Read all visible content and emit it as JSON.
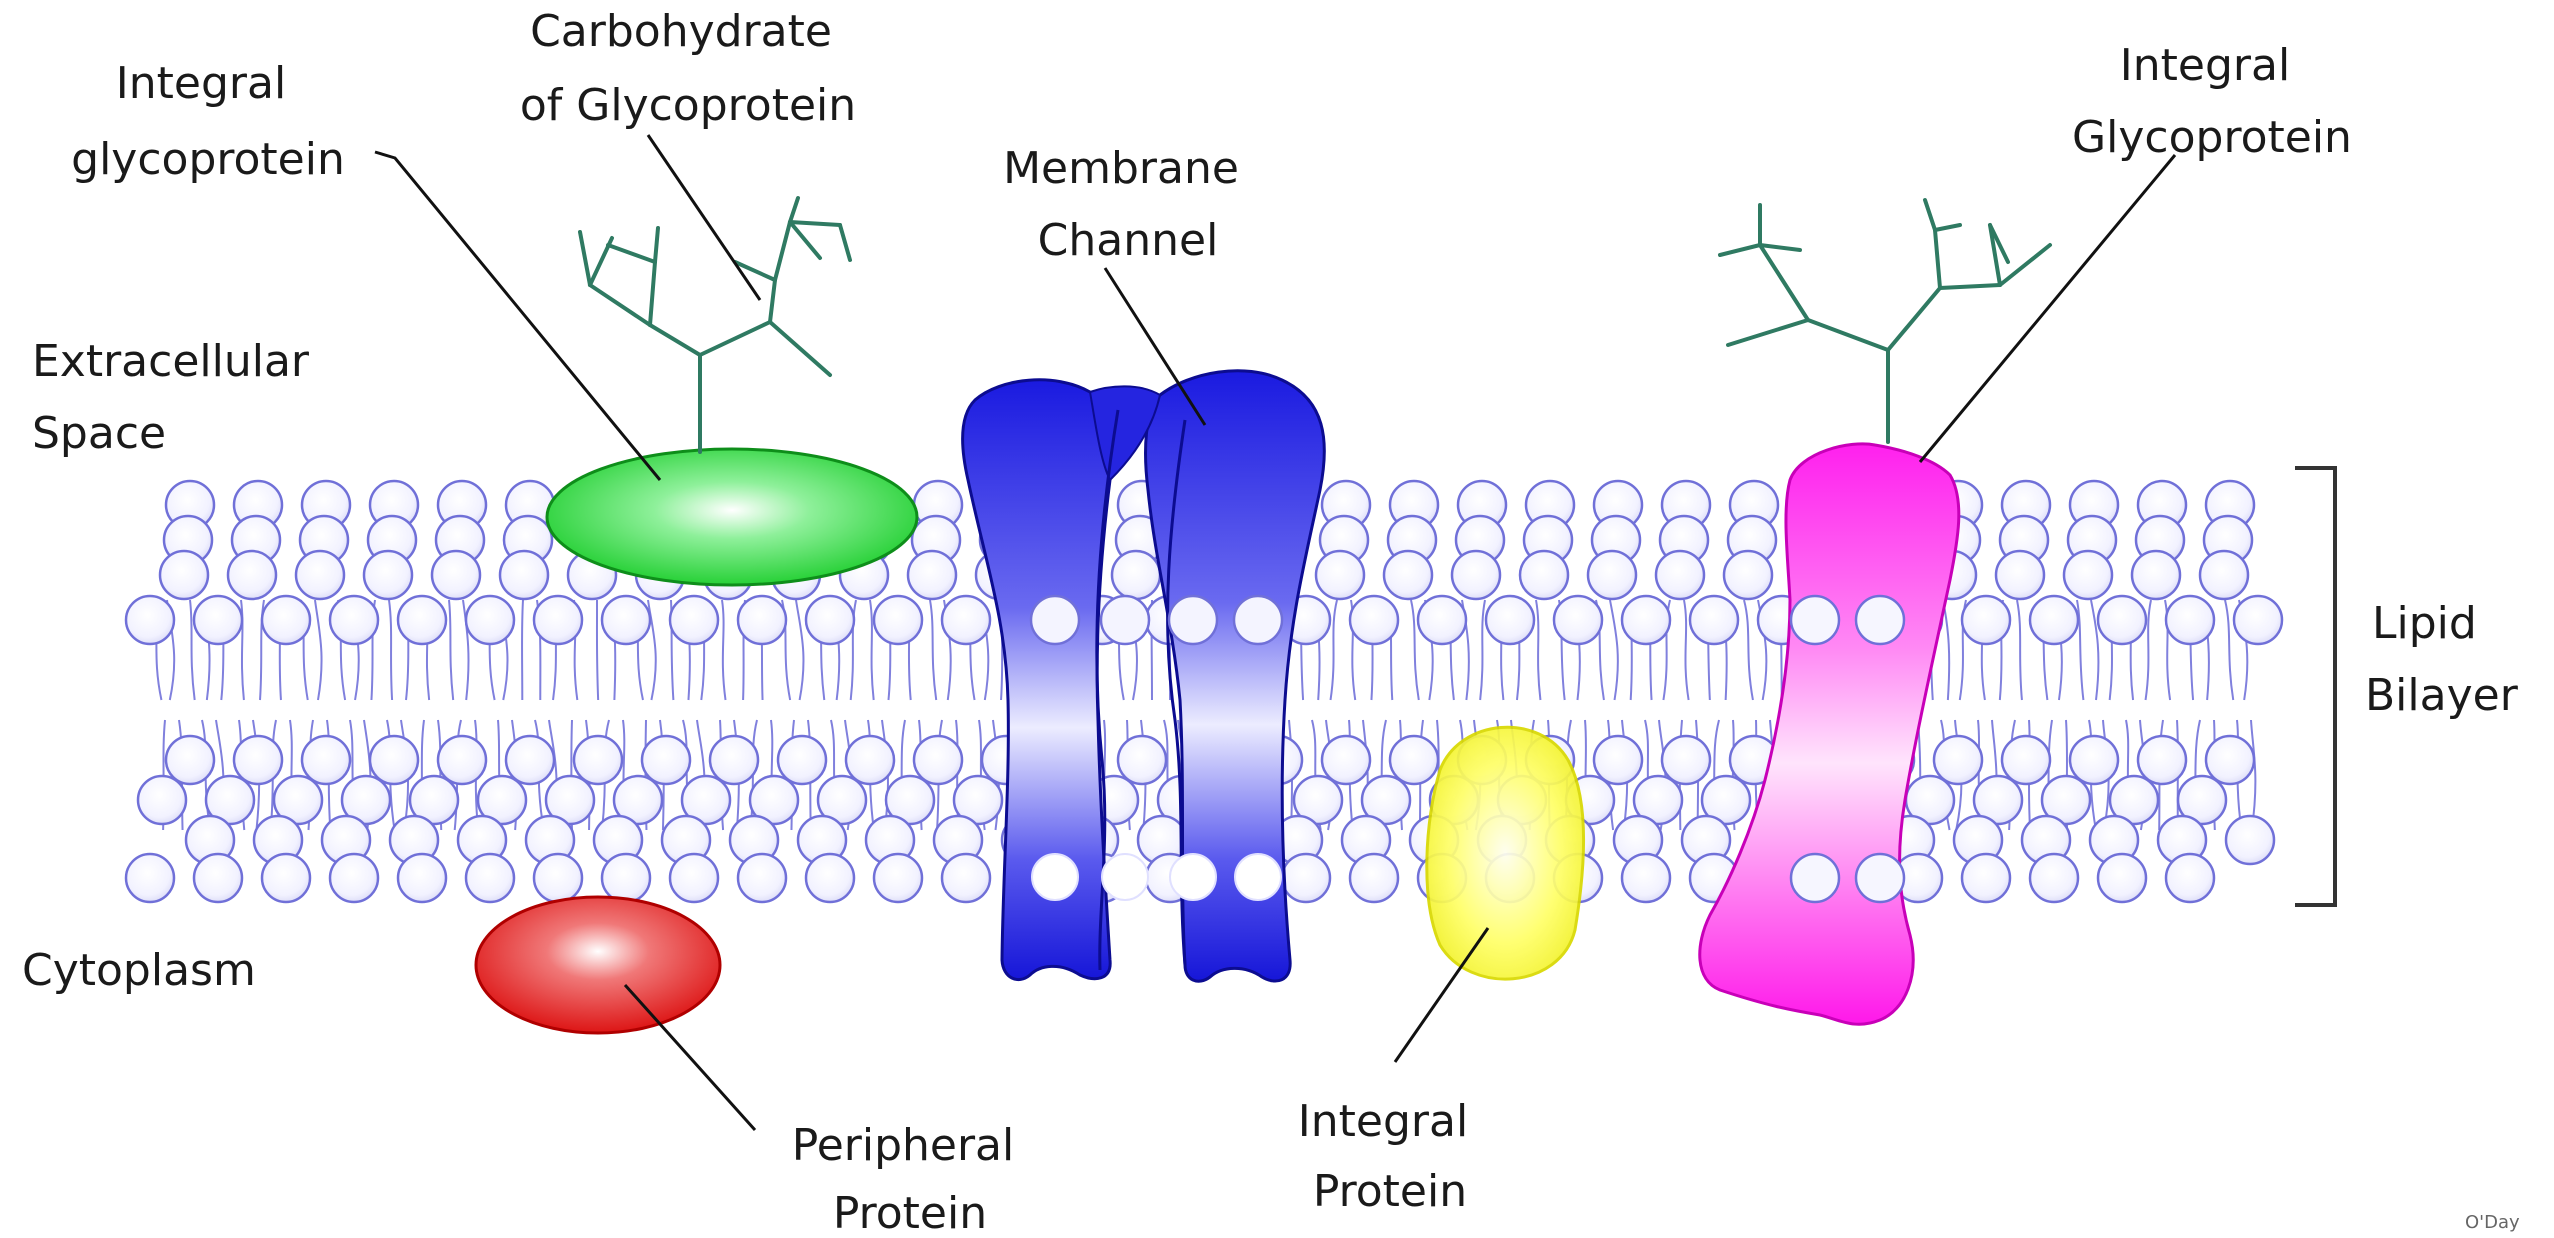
{
  "labels": {
    "integral_glycoprotein_left": [
      "Integral",
      "glycoprotein"
    ],
    "carbohydrate": [
      "Carbohydrate",
      "of Glycoprotein"
    ],
    "membrane_channel": [
      "Membrane",
      "Channel"
    ],
    "integral_glycoprotein_right": [
      "Integral",
      "Glycoprotein"
    ],
    "extracellular": [
      "Extracellular",
      "Space"
    ],
    "lipid_bilayer": [
      "Lipid",
      "Bilayer"
    ],
    "cytoplasm": [
      "Cytoplasm"
    ],
    "peripheral_protein": [
      "Peripheral",
      "Protein"
    ],
    "integral_protein": [
      "Integral",
      "Protein"
    ]
  },
  "credit": "O'Day",
  "colors": {
    "background": "#ffffff",
    "lipid_stroke": "#7070d8",
    "lipid_fill": "#f4f4ff",
    "tail_stroke": "#8080dd",
    "carbohydrate": "#2f7a62",
    "glycoprotein_left": "#22dd33",
    "channel": "#1a1adf",
    "integral_protein": "#ffff33",
    "glycoprotein_right": "#ff22ee",
    "peripheral_protein": "#ee2222",
    "leader_line": "#111111",
    "bracket": "#333333"
  }
}
